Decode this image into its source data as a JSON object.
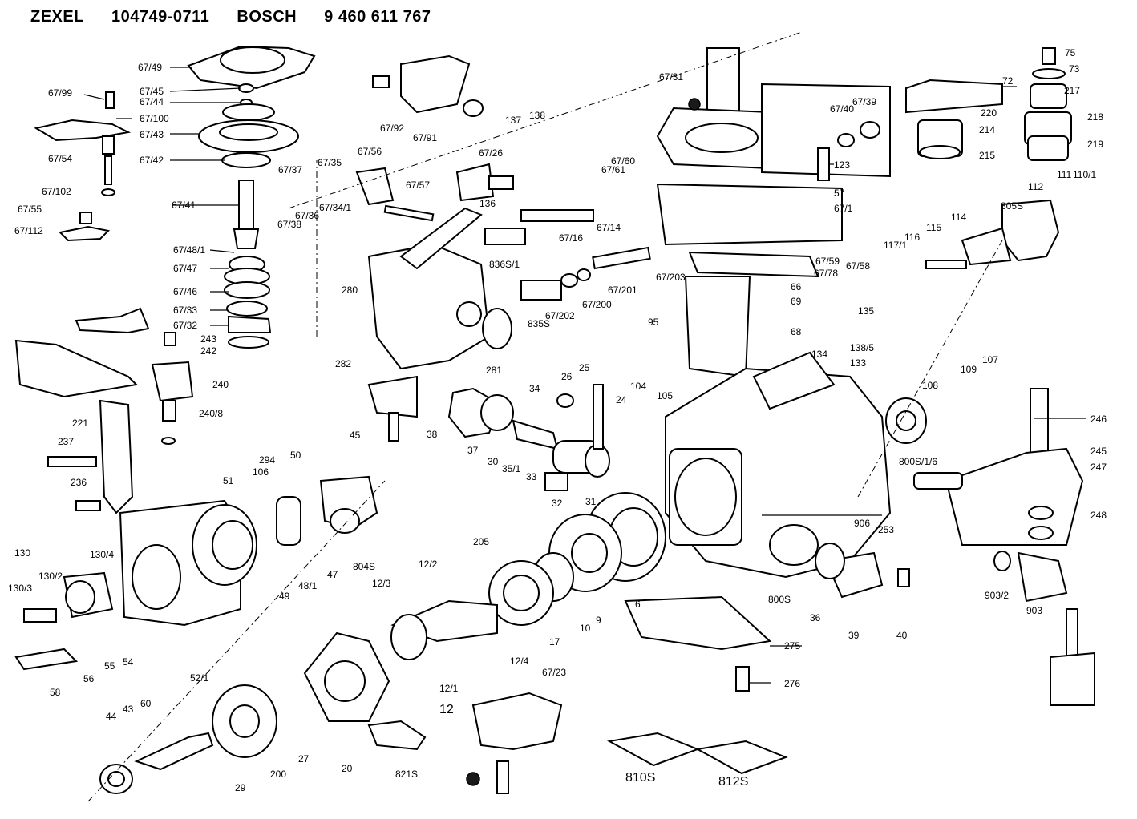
{
  "header": {
    "maker1": "ZEXEL",
    "part1": "104749-0711",
    "maker2": "BOSCH",
    "part2": "9 460 611 767"
  },
  "colors": {
    "ink": "#000000",
    "paper": "#ffffff"
  },
  "labels": [
    "67/49",
    "67/45",
    "67/44",
    "67/99",
    "67/100",
    "67/43",
    "67/42",
    "67/54",
    "67/102",
    "67/55",
    "67/112",
    "67/41",
    "67/48/1",
    "67/47",
    "67/46",
    "67/33",
    "67/32",
    "243",
    "242",
    "240",
    "240/8",
    "221",
    "237",
    "236",
    "67/37",
    "67/35",
    "67/36",
    "67/34/1",
    "67/38",
    "67/56",
    "67/57",
    "67/92",
    "67/91",
    "67/26",
    "137",
    "138",
    "136",
    "67/16",
    "67/14",
    "67/31",
    "67/60",
    "67/61",
    "123",
    "57",
    "67/1",
    "67/40",
    "67/39",
    "72",
    "75",
    "73",
    "217",
    "220",
    "214",
    "218",
    "215",
    "219",
    "111",
    "110/1",
    "112",
    "805S",
    "114",
    "115",
    "116",
    "117/1",
    "836S/1",
    "835S",
    "67/202",
    "67/200",
    "67/201",
    "67/203",
    "67/78",
    "67/59",
    "67/58",
    "280",
    "281",
    "95",
    "66",
    "69",
    "68",
    "135",
    "134",
    "138/5",
    "133",
    "109",
    "107",
    "108",
    "282",
    "26",
    "25",
    "24",
    "104",
    "105",
    "34",
    "38",
    "37",
    "30",
    "35/1",
    "33",
    "32",
    "31",
    "294",
    "51",
    "106",
    "50",
    "45",
    "49",
    "48/1",
    "47",
    "804S",
    "130",
    "130/4",
    "130/2",
    "130/3",
    "56",
    "55",
    "54",
    "58",
    "60",
    "52/1",
    "44",
    "43",
    "29",
    "200",
    "27",
    "20",
    "821S",
    "12",
    "12/1",
    "12/2",
    "12/3",
    "205",
    "12/4",
    "17",
    "10",
    "9",
    "6",
    "67/23",
    "810S",
    "812S",
    "275",
    "276",
    "906",
    "800S",
    "36",
    "39",
    "40",
    "800S/1/6",
    "246",
    "245",
    "247",
    "248",
    "253",
    "903/2",
    "903"
  ]
}
